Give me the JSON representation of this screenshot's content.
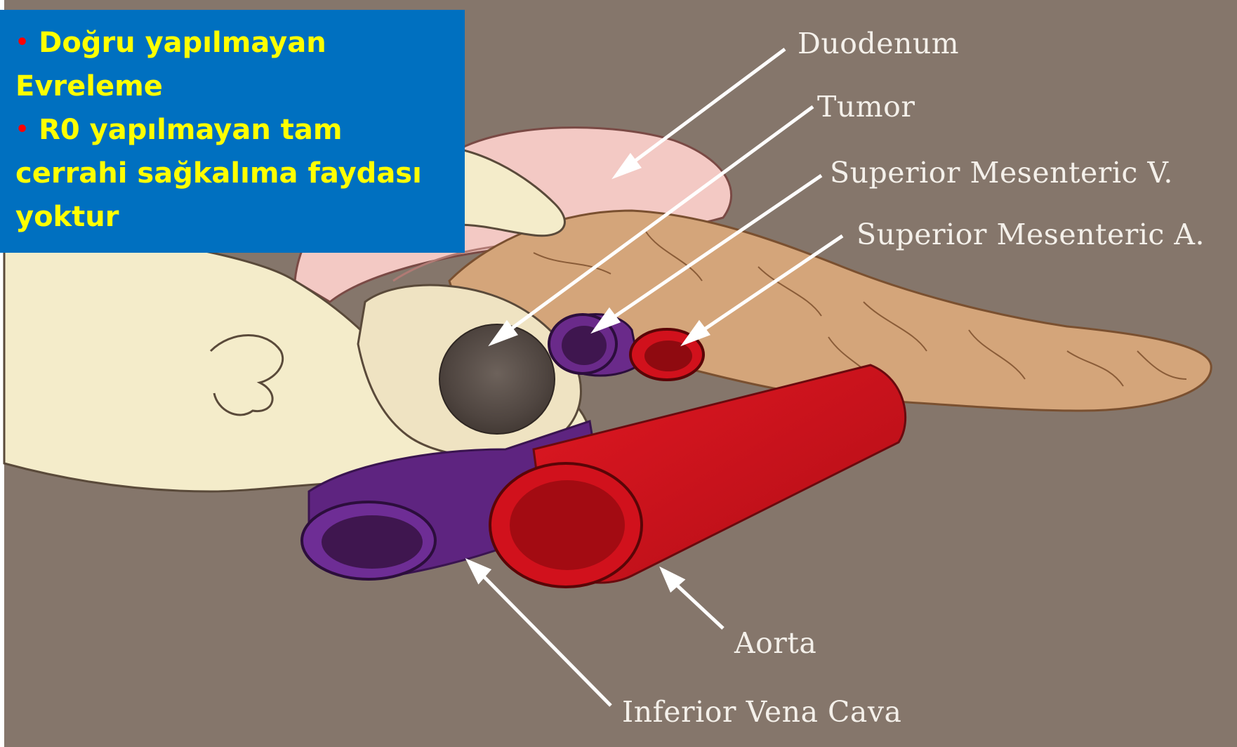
{
  "callout": {
    "bullets": [
      {
        "lines": [
          "Doğru yapılmayan",
          "Evreleme"
        ]
      },
      {
        "lines": [
          "R0 yapılmayan tam",
          "cerrahi sağkalıma faydası",
          "yoktur"
        ]
      }
    ],
    "bullet_color": "#ff0000",
    "text_color": "#ffff00",
    "background_color": "#0070c0"
  },
  "labels": {
    "duodenum": "Duodenum",
    "tumor": "Tumor",
    "smv": "Superior Mesenteric V.",
    "sma": "Superior Mesenteric A.",
    "aorta": "Aorta",
    "ivc": "Inferior Vena Cava"
  },
  "colors": {
    "background": "#85766b",
    "pancreas": "#d4a57a",
    "artery": "#d1111c",
    "vein": "#6a2a8a",
    "tumor": "#5b504a",
    "duodenum": "#f3c9c4",
    "fat": "#f4ecca"
  }
}
